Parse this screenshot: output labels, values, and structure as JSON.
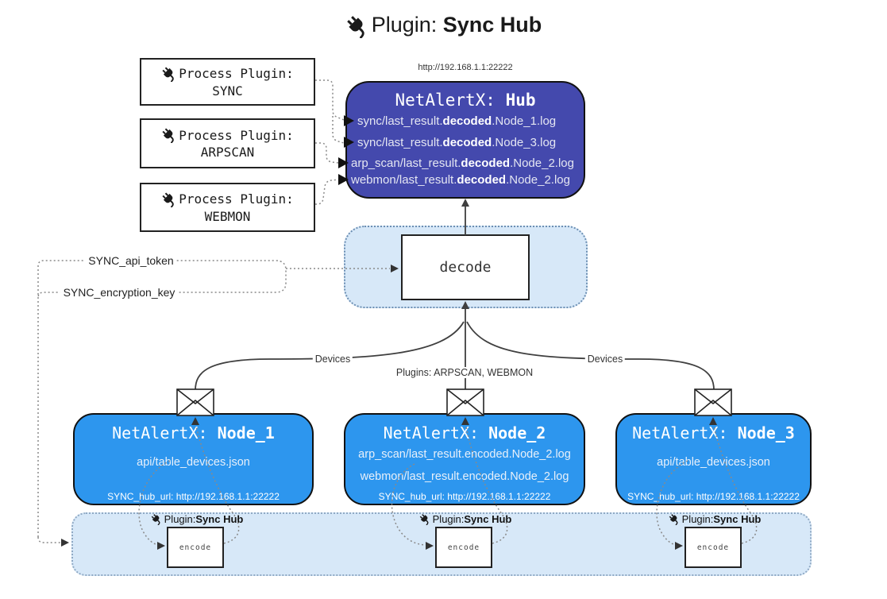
{
  "title": {
    "prefix": "Plugin: ",
    "bold": "Sync Hub"
  },
  "hub": {
    "url": "http://192.168.1.1:22222",
    "title_prefix": "NetAlertX: ",
    "title_bold": "Hub",
    "rows": [
      {
        "pre": "sync/last_result.",
        "bold": "decoded",
        "post": ".Node_1.log"
      },
      {
        "pre": "sync/last_result.",
        "bold": "decoded",
        "post": ".Node_3.log"
      },
      {
        "pre": "arp_scan/last_result.",
        "bold": "decoded",
        "post": ".Node_2.log"
      },
      {
        "pre": "webmon/last_result.",
        "bold": "decoded",
        "post": ".Node_2.log"
      }
    ]
  },
  "process_plugins": [
    {
      "label": "Process Plugin:",
      "name": "SYNC"
    },
    {
      "label": "Process Plugin:",
      "name": "ARPSCAN"
    },
    {
      "label": "Process Plugin:",
      "name": "WEBMON"
    }
  ],
  "decode_label": "decode",
  "encode_label": "encode",
  "keys": {
    "api_token": "SYNC_api_token",
    "encryption_key": "SYNC_encryption_key"
  },
  "edge_labels": {
    "devices_left": "Devices",
    "devices_right": "Devices",
    "plugins_center": "Plugins: ARPSCAN, WEBMON"
  },
  "nodes": [
    {
      "title_prefix": "NetAlertX: ",
      "title_bold": "Node_1",
      "lines": [
        "api/table_devices.json"
      ],
      "footer": "SYNC_hub_url: http://192.168.1.1:22222"
    },
    {
      "title_prefix": "NetAlertX: ",
      "title_bold": "Node_2",
      "lines": [
        "arp_scan/last_result.encoded.Node_2.log",
        "webmon/last_result.encoded.Node_2.log"
      ],
      "footer": "SYNC_hub_url: http://192.168.1.1:22222"
    },
    {
      "title_prefix": "NetAlertX: ",
      "title_bold": "Node_3",
      "lines": [
        "api/table_devices.json"
      ],
      "footer": "SYNC_hub_url: http://192.168.1.1:22222"
    }
  ],
  "sync_plugin_label": {
    "prefix": "Plugin: ",
    "bold": "Sync Hub"
  },
  "colors": {
    "hub_fill": "#4449ad",
    "node_fill": "#2d96ee",
    "panel_fill": "#d7e8f8",
    "line": "#3f3f3f"
  }
}
